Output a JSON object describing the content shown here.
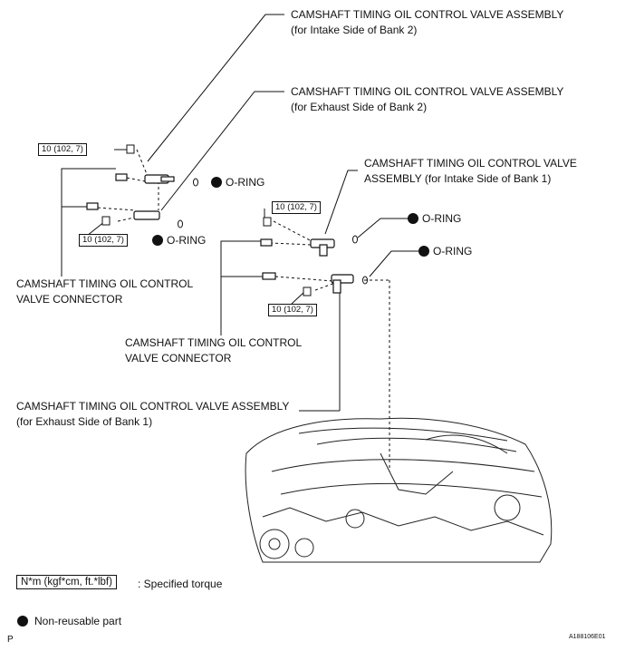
{
  "callouts": {
    "intake_bank2": [
      "CAMSHAFT TIMING OIL CONTROL VALVE ASSEMBLY",
      "(for Intake Side of Bank 2)"
    ],
    "exhaust_bank2": [
      "CAMSHAFT TIMING OIL CONTROL VALVE ASSEMBLY",
      "(for Exhaust Side of Bank 2)"
    ],
    "intake_bank1": [
      "CAMSHAFT TIMING OIL CONTROL VALVE",
      "ASSEMBLY (for Intake Side of Bank 1)"
    ],
    "connector_bank2": [
      "CAMSHAFT TIMING OIL CONTROL",
      "VALVE CONNECTOR"
    ],
    "connector_bank1": [
      "CAMSHAFT TIMING OIL CONTROL",
      "VALVE CONNECTOR"
    ],
    "exhaust_bank1": [
      "CAMSHAFT TIMING OIL CONTROL VALVE ASSEMBLY",
      "(for Exhaust Side of Bank 1)"
    ]
  },
  "torque_labels": [
    "10 (102, 7)",
    "10 (102, 7)",
    "10 (102, 7)",
    "10 (102, 7)"
  ],
  "oring_label": "O-RING",
  "legend": {
    "torque_unit": "N*m (kgf*cm, ft.*lbf)",
    "torque_desc": ": Specified torque",
    "nonreusable": "Non-reusable part"
  },
  "figure_code": "A188106E01",
  "corner_mark": "P"
}
